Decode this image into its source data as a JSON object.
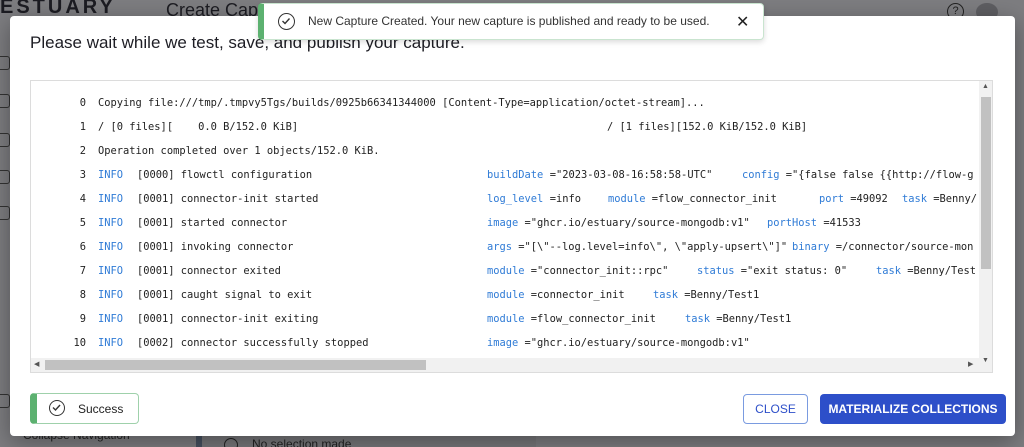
{
  "background": {
    "logo": "ESTUARY",
    "page_title": "Create Capture",
    "collapse_label": "Collapse Navigation",
    "panel_text": "No selection made"
  },
  "toast": {
    "message": "New Capture Created. Your new capture is published and ready to be used.",
    "close_icon": "close-icon",
    "check_icon": "check-circle-icon"
  },
  "dialog": {
    "title": "Please wait while we test, save, and publish your capture.",
    "status_label": "Success",
    "close_button": "CLOSE",
    "materialize_button": "MATERIALIZE COLLECTIONS"
  },
  "log": {
    "lines": [
      {
        "n": "0",
        "text": "Copying file:///tmp/.tmpvy5Tgs/builds/0925b66341344000 [Content-Type=application/octet-stream]..."
      },
      {
        "n": "1",
        "text": "/ [0 files][    0.0 B/152.0 KiB]",
        "right": "/ [1 files][152.0 KiB/152.0 KiB]"
      },
      {
        "n": "2",
        "text": "Operation completed over 1 objects/152.0 KiB."
      },
      {
        "n": "3",
        "level": "INFO",
        "msg": "[0000] flowctl configuration",
        "fields": [
          {
            "k": "buildDate",
            "v": "=\"2023-03-08-16:58:58-UTC\""
          },
          {
            "k": "config",
            "v": "=\"{false false {{http://flow-g"
          }
        ]
      },
      {
        "n": "4",
        "level": "INFO",
        "msg": "[0001] connector-init started",
        "fields": [
          {
            "k": "log_level",
            "v": "=info"
          },
          {
            "k": "module",
            "v": "=flow_connector_init"
          },
          {
            "k": "port",
            "v": "=49092"
          },
          {
            "k": "task",
            "v": "=Benny/"
          }
        ]
      },
      {
        "n": "5",
        "level": "INFO",
        "msg": "[0001] started connector",
        "fields": [
          {
            "k": "image",
            "v": "=\"ghcr.io/estuary/source-mongodb:v1\""
          },
          {
            "k": "portHost",
            "v": "=41533"
          }
        ]
      },
      {
        "n": "6",
        "level": "INFO",
        "msg": "[0001] invoking connector",
        "fields": [
          {
            "k": "args",
            "v": "=\"[\\\"--log.level=info\\\", \\\"apply-upsert\\\"]\""
          },
          {
            "k": "binary",
            "v": "=/connector/source-mon"
          }
        ]
      },
      {
        "n": "7",
        "level": "INFO",
        "msg": "[0001] connector exited",
        "fields": [
          {
            "k": "module",
            "v": "=\"connector_init::rpc\""
          },
          {
            "k": "status",
            "v": "=\"exit status: 0\""
          },
          {
            "k": "task",
            "v": "=Benny/Test"
          }
        ]
      },
      {
        "n": "8",
        "level": "INFO",
        "msg": "[0001] caught signal to exit",
        "fields": [
          {
            "k": "module",
            "v": "=connector_init"
          },
          {
            "k": "task",
            "v": "=Benny/Test1"
          }
        ]
      },
      {
        "n": "9",
        "level": "INFO",
        "msg": "[0001] connector-init exiting",
        "fields": [
          {
            "k": "module",
            "v": "=flow_connector_init"
          },
          {
            "k": "task",
            "v": "=Benny/Test1"
          }
        ]
      },
      {
        "n": "10",
        "level": "INFO",
        "msg": "[0002] connector successfully stopped",
        "fields": [
          {
            "k": "image",
            "v": "=\"ghcr.io/estuary/source-mongodb:v1\""
          }
        ]
      }
    ]
  }
}
